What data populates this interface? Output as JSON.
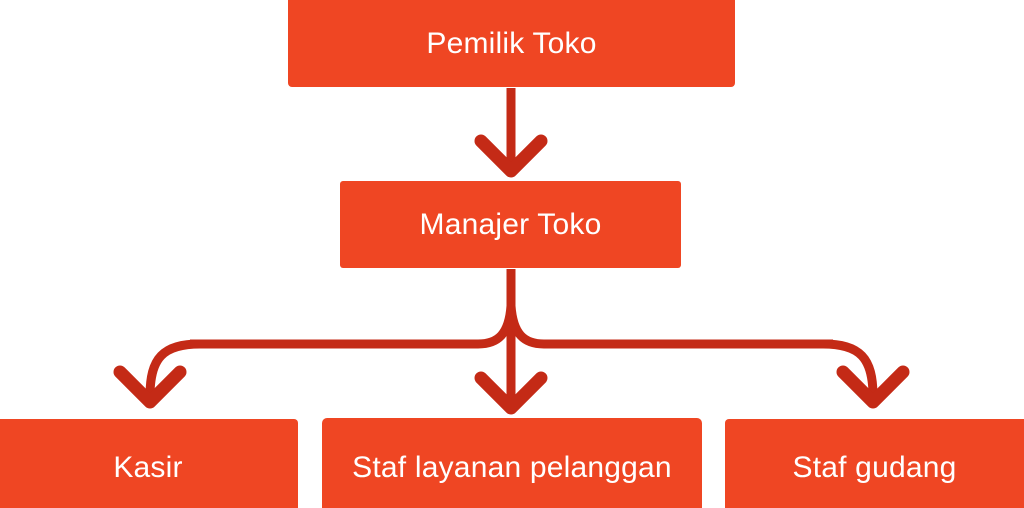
{
  "diagram": {
    "type": "organizational-chart",
    "orientation": "top-down",
    "language": "id",
    "colors": {
      "node_fill": "#ef4623",
      "node_text": "#ffffff",
      "connector": "#c42a16",
      "background": "#ffffff"
    },
    "levels": [
      {
        "level": 1,
        "nodes": [
          {
            "id": "owner",
            "label": "Pemilik Toko"
          }
        ]
      },
      {
        "level": 2,
        "nodes": [
          {
            "id": "manager",
            "label": "Manajer Toko"
          }
        ]
      },
      {
        "level": 3,
        "nodes": [
          {
            "id": "cashier",
            "label": "Kasir"
          },
          {
            "id": "service",
            "label": "Staf layanan pelanggan"
          },
          {
            "id": "warehouse",
            "label": "Staf gudang"
          }
        ]
      }
    ],
    "edges": [
      {
        "from": "owner",
        "to": "manager",
        "style": "straight-arrow"
      },
      {
        "from": "manager",
        "to": "cashier",
        "style": "elbow-arrow"
      },
      {
        "from": "manager",
        "to": "service",
        "style": "straight-arrow"
      },
      {
        "from": "manager",
        "to": "warehouse",
        "style": "elbow-arrow"
      }
    ]
  }
}
